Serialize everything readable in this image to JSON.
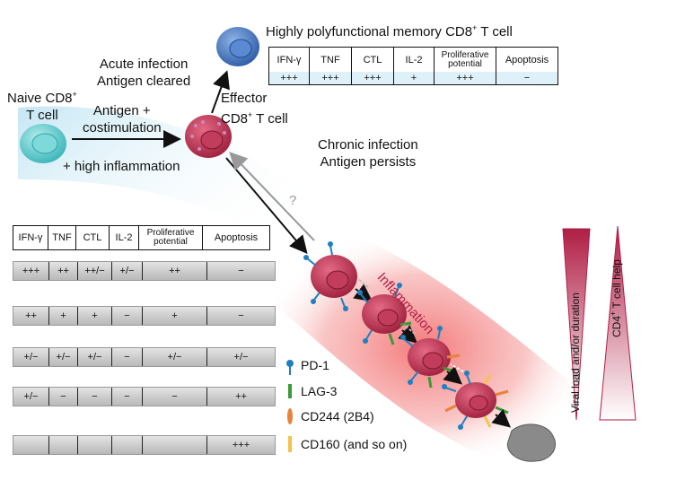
{
  "top_title": "Highly polyfunctional memory CD8",
  "top_title_sup": "+",
  "top_title_tail": " T cell",
  "naive": {
    "line1": "Naive CD8",
    "sup": "+",
    "line2": "T cell"
  },
  "acute": {
    "line1": "Acute infection",
    "line2": "Antigen cleared"
  },
  "effector": {
    "line1": "Effector",
    "line2a": "CD8",
    "sup": "+",
    "line2b": " T cell"
  },
  "antigen": {
    "line1": "Antigen +",
    "line2": "costimulation"
  },
  "high_inflammation": "+ high inflammation",
  "chronic": {
    "line1": "Chronic infection",
    "line2": "Antigen persists"
  },
  "inflammation_label": "Inflammation",
  "question_mark": "?",
  "columns": [
    "IFN-γ",
    "TNF",
    "CTL",
    "IL-2",
    "Proliferative potential",
    "Apoptosis"
  ],
  "memory_values": [
    "+++",
    "+++",
    "+++",
    "+",
    "+++",
    "−"
  ],
  "exhaustion_rows": [
    [
      "+++",
      "++",
      "++/−",
      "+/−",
      "++",
      "−"
    ],
    [
      "++",
      "+",
      "+",
      "−",
      "+",
      "−"
    ],
    [
      "+/−",
      "+/−",
      "+/−",
      "−",
      "+/−",
      "+/−"
    ],
    [
      "+/−",
      "−",
      "−",
      "−",
      "−",
      "++"
    ],
    [
      "",
      "",
      "",
      "",
      "",
      "+++"
    ]
  ],
  "legend": [
    {
      "icon": "pd1-icon",
      "label": "PD-1",
      "color": "#1f7fc1"
    },
    {
      "icon": "lag3-icon",
      "label": "LAG-3",
      "color": "#3a9a3a"
    },
    {
      "icon": "cd244-icon",
      "label": "CD244 (2B4)",
      "color": "#e8823a"
    },
    {
      "icon": "cd160-icon",
      "label": "CD160 (and so on)",
      "color": "#f3c34a"
    }
  ],
  "viral_load": "Viral load and/or duration",
  "cd4_help": "CD4",
  "cd4_sup": "+",
  "cd4_tail": " T cell help",
  "colors": {
    "naive": "#4fc7c9",
    "memory": "#3a6fbf",
    "effector": "#b72a4a",
    "inflammation": "#f06a6a",
    "dead": "#8a8a8a"
  }
}
